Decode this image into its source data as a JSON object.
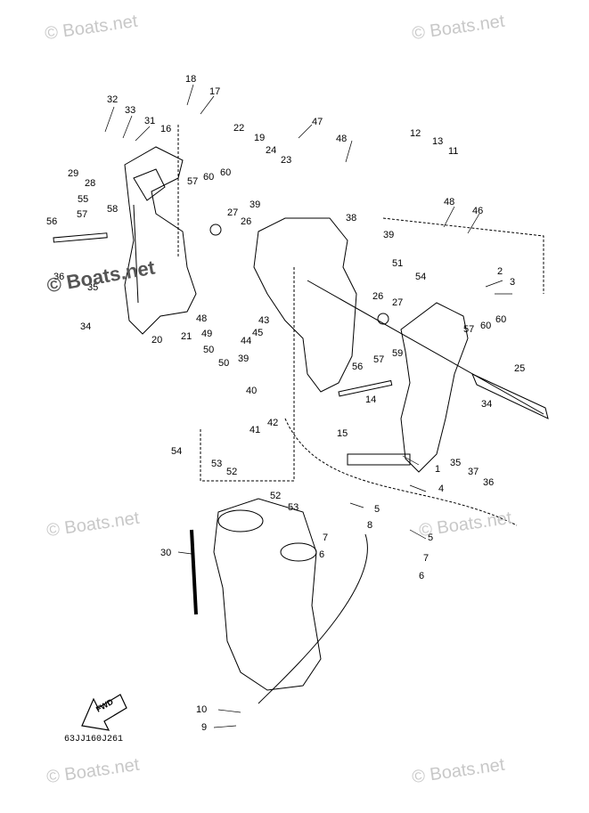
{
  "watermark": "© Boats.net",
  "diagram_code": "63JJ160J261",
  "fwd_label": "FWD",
  "callouts": [
    {
      "id": "c1",
      "text": "1"
    },
    {
      "id": "c2",
      "text": "2"
    },
    {
      "id": "c3",
      "text": "3"
    },
    {
      "id": "c4",
      "text": "4"
    },
    {
      "id": "c5a",
      "text": "5"
    },
    {
      "id": "c5b",
      "text": "5"
    },
    {
      "id": "c6a",
      "text": "6"
    },
    {
      "id": "c6b",
      "text": "6"
    },
    {
      "id": "c7a",
      "text": "7"
    },
    {
      "id": "c7b",
      "text": "7"
    },
    {
      "id": "c8",
      "text": "8"
    },
    {
      "id": "c9",
      "text": "9"
    },
    {
      "id": "c10",
      "text": "10"
    },
    {
      "id": "c11",
      "text": "11"
    },
    {
      "id": "c12",
      "text": "12"
    },
    {
      "id": "c13",
      "text": "13"
    },
    {
      "id": "c14",
      "text": "14"
    },
    {
      "id": "c15",
      "text": "15"
    },
    {
      "id": "c16",
      "text": "16"
    },
    {
      "id": "c17",
      "text": "17"
    },
    {
      "id": "c18",
      "text": "18"
    },
    {
      "id": "c19",
      "text": "19"
    },
    {
      "id": "c20",
      "text": "20"
    },
    {
      "id": "c21",
      "text": "21"
    },
    {
      "id": "c22",
      "text": "22"
    },
    {
      "id": "c23",
      "text": "23"
    },
    {
      "id": "c24",
      "text": "24"
    },
    {
      "id": "c25",
      "text": "25"
    },
    {
      "id": "c26a",
      "text": "26"
    },
    {
      "id": "c26b",
      "text": "26"
    },
    {
      "id": "c27a",
      "text": "27"
    },
    {
      "id": "c27b",
      "text": "27"
    },
    {
      "id": "c28",
      "text": "28"
    },
    {
      "id": "c29",
      "text": "29"
    },
    {
      "id": "c30",
      "text": "30"
    },
    {
      "id": "c31",
      "text": "31"
    },
    {
      "id": "c32",
      "text": "32"
    },
    {
      "id": "c33",
      "text": "33"
    },
    {
      "id": "c34a",
      "text": "34"
    },
    {
      "id": "c34b",
      "text": "34"
    },
    {
      "id": "c35a",
      "text": "35"
    },
    {
      "id": "c35b",
      "text": "35"
    },
    {
      "id": "c36a",
      "text": "36"
    },
    {
      "id": "c36b",
      "text": "36"
    },
    {
      "id": "c37",
      "text": "37"
    },
    {
      "id": "c38",
      "text": "38"
    },
    {
      "id": "c39a",
      "text": "39"
    },
    {
      "id": "c39b",
      "text": "39"
    },
    {
      "id": "c39c",
      "text": "39"
    },
    {
      "id": "c40",
      "text": "40"
    },
    {
      "id": "c41",
      "text": "41"
    },
    {
      "id": "c42",
      "text": "42"
    },
    {
      "id": "c43",
      "text": "43"
    },
    {
      "id": "c44",
      "text": "44"
    },
    {
      "id": "c45",
      "text": "45"
    },
    {
      "id": "c46",
      "text": "46"
    },
    {
      "id": "c47",
      "text": "47"
    },
    {
      "id": "c48a",
      "text": "48"
    },
    {
      "id": "c48b",
      "text": "48"
    },
    {
      "id": "c48c",
      "text": "48"
    },
    {
      "id": "c49",
      "text": "49"
    },
    {
      "id": "c50a",
      "text": "50"
    },
    {
      "id": "c50b",
      "text": "50"
    },
    {
      "id": "c51",
      "text": "51"
    },
    {
      "id": "c52a",
      "text": "52"
    },
    {
      "id": "c52b",
      "text": "52"
    },
    {
      "id": "c53a",
      "text": "53"
    },
    {
      "id": "c53b",
      "text": "53"
    },
    {
      "id": "c54a",
      "text": "54"
    },
    {
      "id": "c54b",
      "text": "54"
    },
    {
      "id": "c55",
      "text": "55"
    },
    {
      "id": "c56a",
      "text": "56"
    },
    {
      "id": "c56b",
      "text": "56"
    },
    {
      "id": "c57a",
      "text": "57"
    },
    {
      "id": "c57b",
      "text": "57"
    },
    {
      "id": "c57c",
      "text": "57"
    },
    {
      "id": "c57d",
      "text": "57"
    },
    {
      "id": "c58",
      "text": "58"
    },
    {
      "id": "c59",
      "text": "59"
    },
    {
      "id": "c60a",
      "text": "60"
    },
    {
      "id": "c60b",
      "text": "60"
    },
    {
      "id": "c60c",
      "text": "60"
    },
    {
      "id": "c60d",
      "text": "60"
    }
  ]
}
